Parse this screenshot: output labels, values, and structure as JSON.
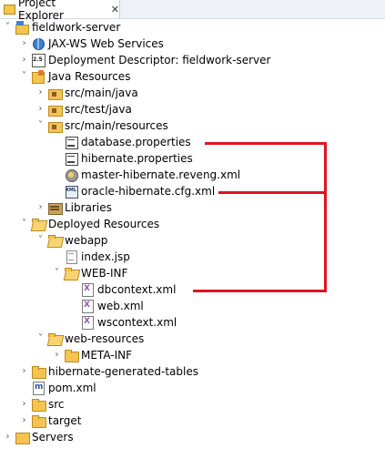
{
  "tab": {
    "title": "Project Explorer",
    "close": "✕"
  },
  "tree": [
    {
      "id": "n1",
      "label": "fieldwork-server",
      "depth": 0,
      "twisty": "open",
      "icon": "proj"
    },
    {
      "id": "n2",
      "label": "JAX-WS Web Services",
      "depth": 1,
      "twisty": "closed",
      "icon": "globe"
    },
    {
      "id": "n3",
      "label": "Deployment Descriptor: fieldwork-server",
      "depth": 1,
      "twisty": "closed",
      "icon": "desc"
    },
    {
      "id": "n4",
      "label": "Java Resources",
      "depth": 1,
      "twisty": "open",
      "icon": "javares"
    },
    {
      "id": "n5",
      "label": "src/main/java",
      "depth": 2,
      "twisty": "closed",
      "icon": "pkg"
    },
    {
      "id": "n6",
      "label": "src/test/java",
      "depth": 2,
      "twisty": "closed",
      "icon": "pkg"
    },
    {
      "id": "n7",
      "label": "src/main/resources",
      "depth": 2,
      "twisty": "open",
      "icon": "pkg"
    },
    {
      "id": "n8",
      "label": "database.properties",
      "depth": 3,
      "twisty": "none",
      "icon": "props"
    },
    {
      "id": "n9",
      "label": "hibernate.properties",
      "depth": 3,
      "twisty": "none",
      "icon": "props"
    },
    {
      "id": "n10",
      "label": "master-hibernate.reveng.xml",
      "depth": 3,
      "twisty": "none",
      "icon": "hib"
    },
    {
      "id": "n11",
      "label": "oracle-hibernate.cfg.xml",
      "depth": 3,
      "twisty": "none",
      "icon": "cfg"
    },
    {
      "id": "n12",
      "label": "Libraries",
      "depth": 2,
      "twisty": "closed",
      "icon": "libs"
    },
    {
      "id": "n13",
      "label": "Deployed Resources",
      "depth": 1,
      "twisty": "open",
      "icon": "folder-open"
    },
    {
      "id": "n14",
      "label": "webapp",
      "depth": 2,
      "twisty": "open",
      "icon": "folder-open"
    },
    {
      "id": "n15",
      "label": "index.jsp",
      "depth": 3,
      "twisty": "none",
      "icon": "jsp"
    },
    {
      "id": "n16",
      "label": "WEB-INF",
      "depth": 3,
      "twisty": "open",
      "icon": "folder-open"
    },
    {
      "id": "n17",
      "label": "dbcontext.xml",
      "depth": 4,
      "twisty": "none",
      "icon": "xml"
    },
    {
      "id": "n18",
      "label": "web.xml",
      "depth": 4,
      "twisty": "none",
      "icon": "xml"
    },
    {
      "id": "n19",
      "label": "wscontext.xml",
      "depth": 4,
      "twisty": "none",
      "icon": "xml"
    },
    {
      "id": "n20",
      "label": "web-resources",
      "depth": 2,
      "twisty": "open",
      "icon": "folder-open"
    },
    {
      "id": "n21",
      "label": "META-INF",
      "depth": 3,
      "twisty": "closed",
      "icon": "folder"
    },
    {
      "id": "n22",
      "label": "hibernate-generated-tables",
      "depth": 1,
      "twisty": "closed",
      "icon": "folder"
    },
    {
      "id": "n23",
      "label": "pom.xml",
      "depth": 1,
      "twisty": "none",
      "icon": "pom"
    },
    {
      "id": "n24",
      "label": "src",
      "depth": 1,
      "twisty": "closed",
      "icon": "folder"
    },
    {
      "id": "n25",
      "label": "target",
      "depth": 1,
      "twisty": "closed",
      "icon": "folder"
    },
    {
      "id": "n26",
      "label": "Servers",
      "depth": 0,
      "twisty": "closed",
      "icon": "servers"
    }
  ],
  "colors": {
    "annotation": "#e0141f",
    "folder": "#f5c350"
  }
}
